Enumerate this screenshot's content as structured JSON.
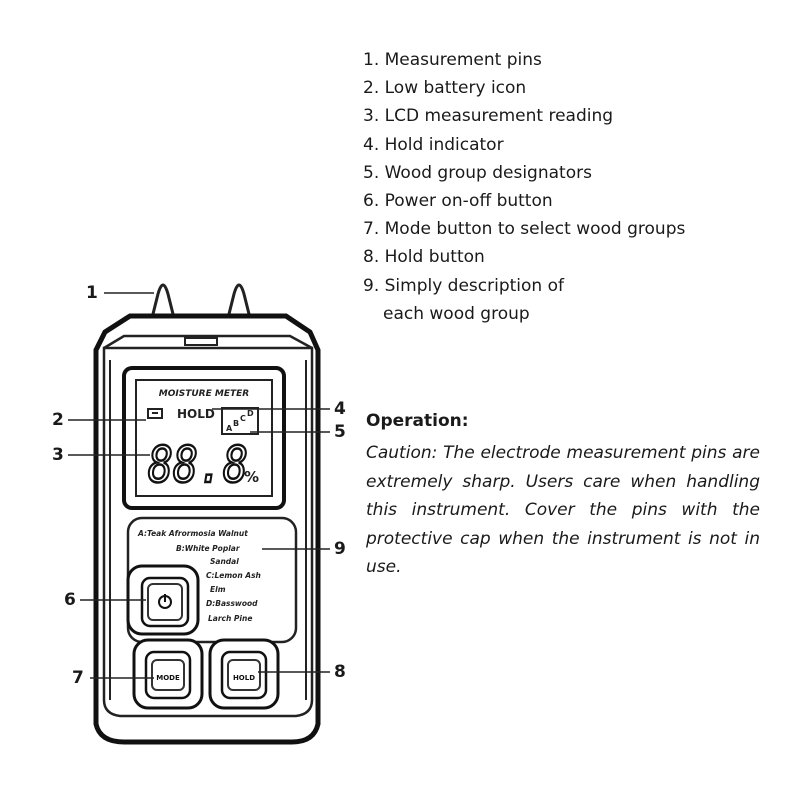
{
  "legend": {
    "items": [
      "1. Measurement pins",
      "2. Low battery icon",
      "3. LCD measurement reading",
      "4. Hold indicator",
      "5. Wood group designators",
      "6. Power on-off button",
      "7. Mode button to select wood groups",
      "8. Hold button",
      "9. Simply description of",
      "each wood group"
    ]
  },
  "operation": {
    "title": "Operation:",
    "text": "Caution: The electrode measurement pins are extremely sharp. Users care when handling this instrument. Cover the pins with the protective cap when the instrument is not in use."
  },
  "callouts": [
    "1",
    "2",
    "3",
    "4",
    "5",
    "6",
    "7",
    "8",
    "9"
  ],
  "device": {
    "lcd_header": "MOISTURE METER",
    "lcd_hold": "HOLD",
    "lcd_reading": "88.8",
    "lcd_unit": "%",
    "lcd_groups": [
      "A",
      "B",
      "C",
      "D"
    ],
    "wood_groups": [
      "A:Teak Afrormosia Walnut",
      "B:White Poplar",
      "Sandal",
      "C:Lemon Ash",
      "Elm",
      "D:Basswood",
      "Larch   Pine"
    ],
    "button_labels": [
      "MODE",
      "HOLD"
    ]
  }
}
